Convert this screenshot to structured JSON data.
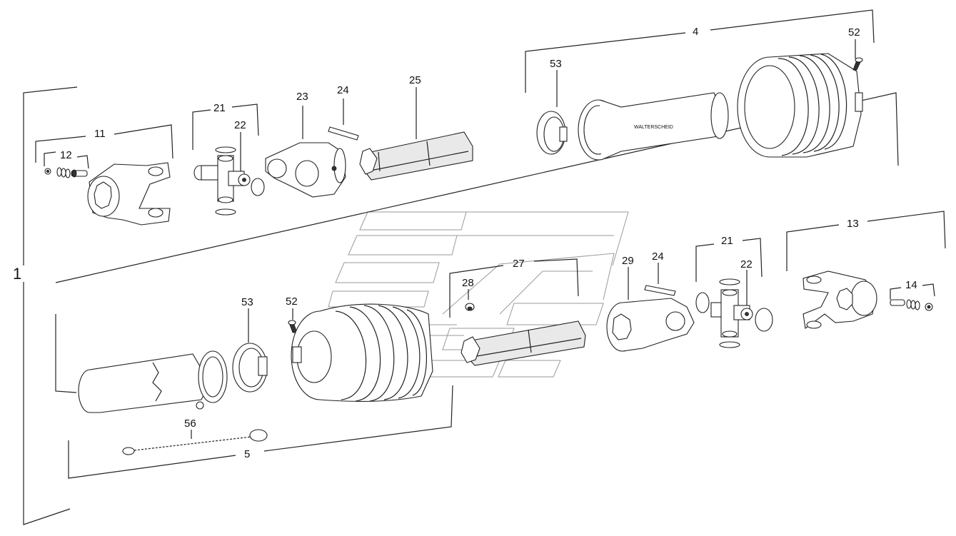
{
  "diagram": {
    "callouts": {
      "assembly": "1",
      "tube_guard_upper": "4",
      "tube_guard_lower": "5",
      "yoke_11": "11",
      "clamp_bolt_12": "12",
      "yoke_13": "13",
      "clamp_bolt_14": "14",
      "cross_kit_21_upper": "21",
      "cross_kit_21_lower": "21",
      "cross_22_upper": "22",
      "cross_22_lower": "22",
      "inner_yoke_23": "23",
      "pin_24_upper": "24",
      "pin_24_lower": "24",
      "profile_tube_25": "25",
      "profile_tube_27": "27",
      "grease_nipple_28": "28",
      "outer_yoke_29": "29",
      "screw_52_upper": "52",
      "screw_52_lower": "52",
      "bearing_ring_53_upper": "53",
      "bearing_ring_53_lower": "53",
      "chain_56": "56"
    },
    "guard_text": "WALTERSCHEID",
    "colors": {
      "line": "#222222",
      "watermark": "#9a9a9a",
      "background": "#ffffff"
    }
  }
}
